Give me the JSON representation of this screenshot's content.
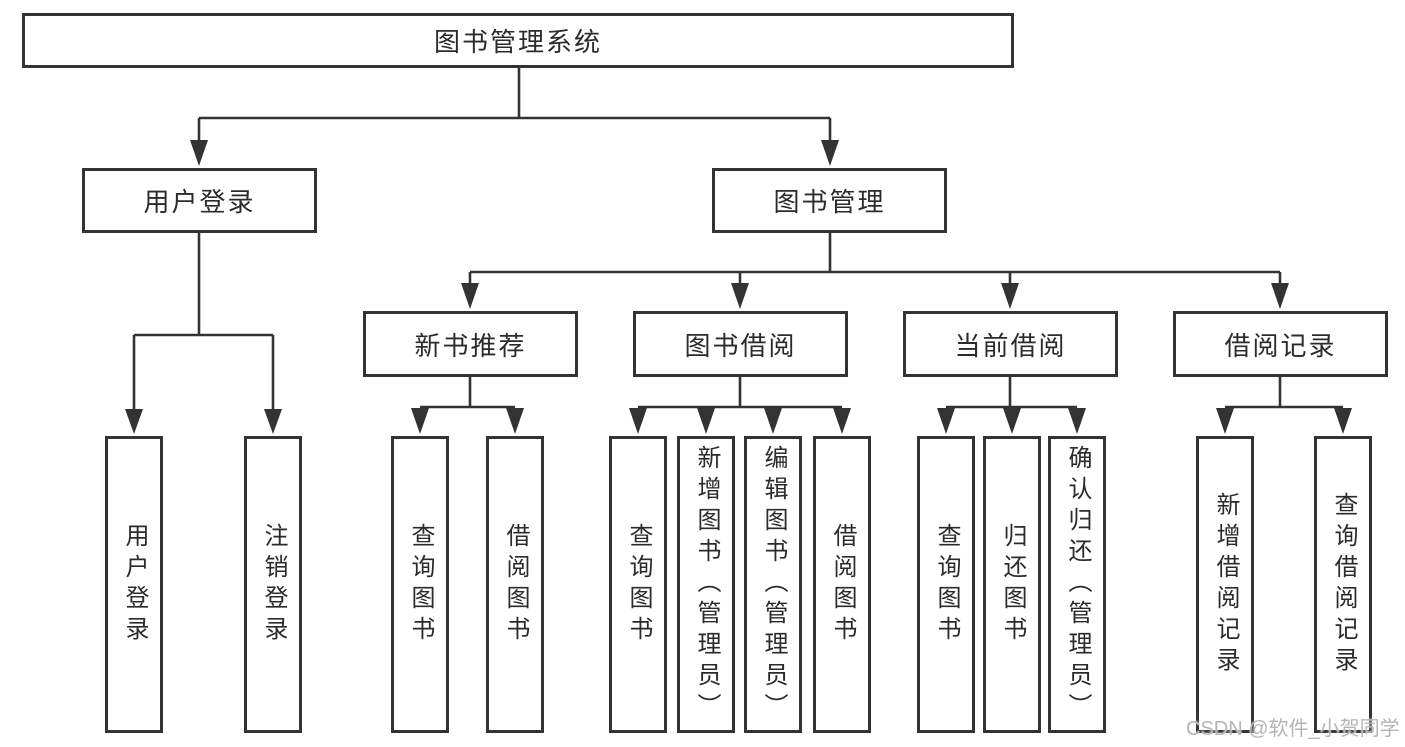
{
  "diagram": {
    "title": "图书管理系统",
    "level2": {
      "user_login": "用户登录",
      "book_mgmt": "图书管理"
    },
    "level3": {
      "new_book": "新书推荐",
      "book_borrow": "图书借阅",
      "current_borrow": "当前借阅",
      "borrow_record": "借阅记录"
    },
    "leaves": {
      "user_login": [
        "用户登录",
        "注销登录"
      ],
      "new_book": [
        "查询图书",
        "借阅图书"
      ],
      "book_borrow": [
        "查询图书",
        "新增图书（管理员）",
        "编辑图书（管理员）",
        "借阅图书"
      ],
      "current_borrow": [
        "查询图书",
        "归还图书",
        "确认归还（管理员）"
      ],
      "borrow_record": [
        "新增借阅记录",
        "查询借阅记录"
      ]
    }
  },
  "watermark": "CSDN @软件_小贺同学",
  "colors": {
    "line": "#333333",
    "text": "#2b2b2b",
    "background": "#ffffff",
    "watermark": "#b5b5b5"
  }
}
